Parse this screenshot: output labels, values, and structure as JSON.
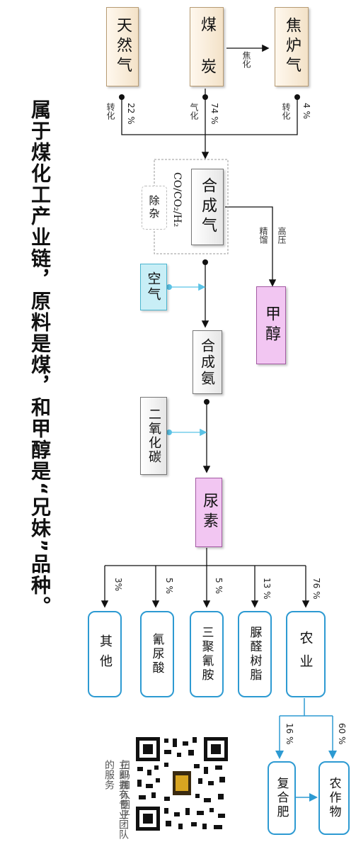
{
  "title": "属于煤化工产业链，原料是煤，和甲醇是“兄妹”品种。",
  "nodes": {
    "natural_gas": "天然气",
    "coal": "煤 炭",
    "coke_gas": "焦炉气",
    "syngas": "合成气",
    "syngas_formula": "CO/CO₂/H₂",
    "impurity_removal": "除杂",
    "air": "空气",
    "methanol": "甲醇",
    "ammonia": "合成氨",
    "co2": "二氧化碳",
    "urea": "尿素",
    "agriculture": "农业",
    "urea_resin": "脲醛树脂",
    "melamine": "三聚氰胺",
    "cyanuric": "氰尿酸",
    "other": "其他",
    "crops": "农作物",
    "compound_fertilizer": "复合肥"
  },
  "edge_labels": {
    "coking": "焦化",
    "conv1": "转化",
    "gasify": "气化",
    "conv2": "转化",
    "high_pressure": "高压",
    "rectify": "精馏"
  },
  "percentages": {
    "natural_gas": "22 %",
    "coal": "74 %",
    "coke_gas": "4 %",
    "agriculture": "76 %",
    "urea_resin": "13 %",
    "melamine": "5 %",
    "cyanuric": "5 %",
    "other": "3%",
    "crops": "60 %",
    "compound_fertilizer": "16 %"
  },
  "qr": {
    "caption_line1": "扫码加入圈子",
    "caption_line2": "立即拥有专业团队的服务"
  },
  "colors": {
    "blue_accent": "#2d9ad2",
    "light_blue_arrow": "#5bc3e6",
    "pink_fill": "#f2c6f2",
    "beige_fill": "#f3e2c8"
  }
}
